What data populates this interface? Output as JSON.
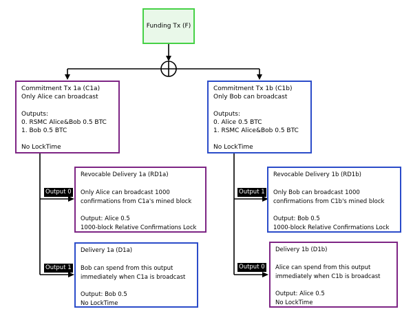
{
  "colors": {
    "funding_border": "#45d145",
    "funding_fill": "#e9f8e9",
    "purple_border": "#7d2484",
    "blue_border": "#2a4bc9",
    "line": "#000000",
    "output_label_bg": "#000000",
    "output_label_text": "#ffffff"
  },
  "funding": {
    "label": "Funding Tx (F)"
  },
  "commitment_a": {
    "lines": [
      "Commitment Tx 1a (C1a)",
      "Only Alice can broadcast",
      "",
      "Outputs:",
      "0. RSMC Alice&Bob 0.5 BTC",
      "1. Bob 0.5 BTC",
      "",
      "No LockTime"
    ]
  },
  "commitment_b": {
    "lines": [
      "Commitment Tx 1b (C1b)",
      "Only Bob can broadcast",
      "",
      "Outputs:",
      "0. Alice 0.5 BTC",
      "1. RSMC Alice&Bob 0.5 BTC",
      "",
      "No LockTime"
    ]
  },
  "revocable_a": {
    "lines": [
      "Revocable Delivery 1a (RD1a)",
      "",
      "Only Alice can broadcast 1000",
      "confirmations from C1a's mined block",
      "",
      "Output: Alice 0.5",
      "1000-block Relative Confirmations Lock"
    ]
  },
  "revocable_b": {
    "lines": [
      "Revocable Delivery 1b (RD1b)",
      "",
      "Only Bob can broadcast 1000",
      "confirmations from C1b's mined block",
      "",
      "Output: Bob 0.5",
      "1000-block Relative Confirmations Lock"
    ]
  },
  "delivery_a": {
    "lines": [
      "Delivery 1a (D1a)",
      "",
      "Bob can spend from this output",
      "immediately when C1a is broadcast",
      "",
      "Output: Bob 0.5",
      "No LockTime"
    ]
  },
  "delivery_b": {
    "lines": [
      "Delivery 1b (D1b)",
      "",
      "Alice can spend from this output",
      "immediately when C1b is broadcast",
      "",
      "Output: Alice 0.5",
      "No LockTime"
    ]
  },
  "output_labels": {
    "left_top": "Output 0",
    "left_bottom": "Output 1",
    "right_top": "Output 1",
    "right_bottom": "Output 0"
  }
}
